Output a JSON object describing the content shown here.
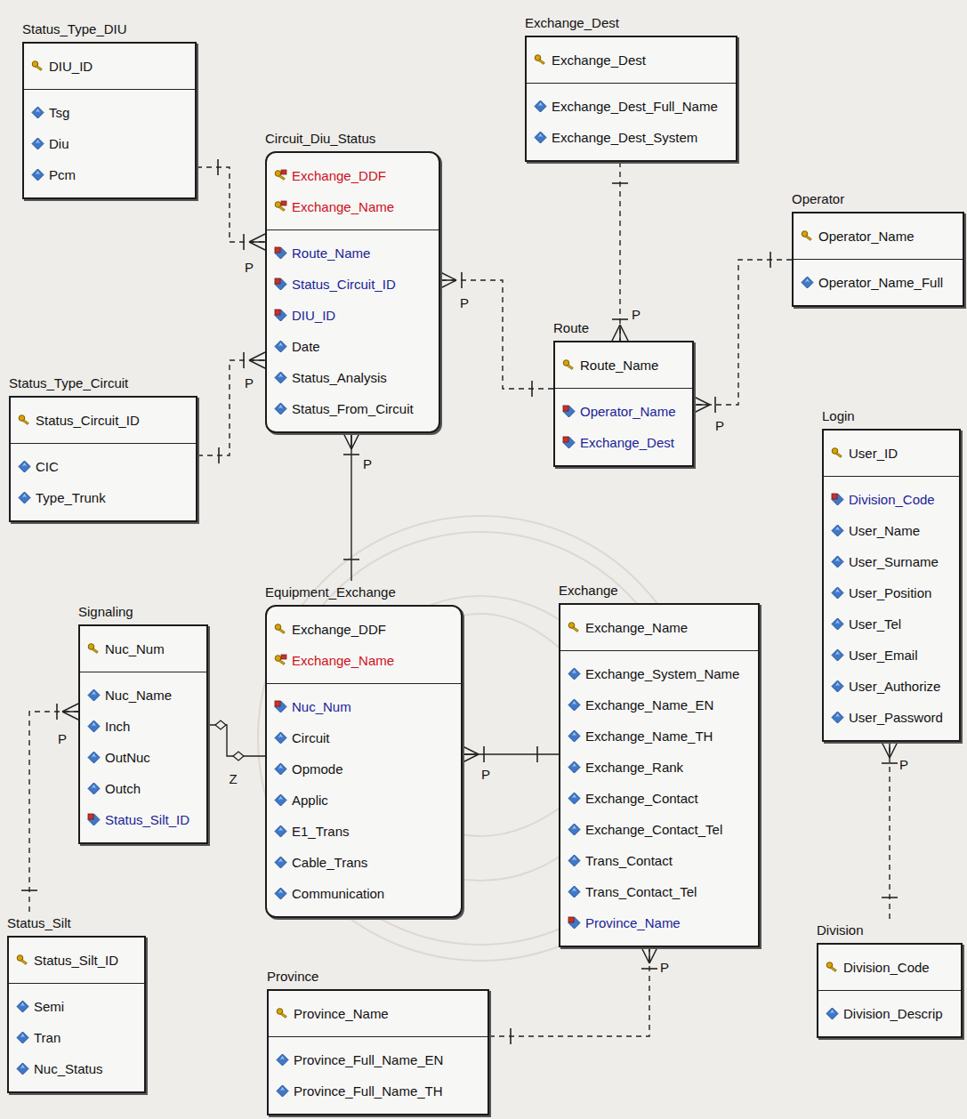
{
  "diagram": {
    "nodes": [
      {
        "text": [
          "Status_Type_DIU",
          "DIU_ID",
          "Tsg",
          "Diu",
          "Pcm"
        ]
      },
      {
        "text": [
          "Exchange_Dest",
          "Exchange_Dest",
          "Exchange_Dest_Full_Name",
          "Exchange_Dest_System"
        ]
      },
      {
        "text": [
          "Circuit_Diu_Status",
          "Exchange_DDF",
          "Exchange_Name",
          "Route_Name",
          "Status_Circuit_ID",
          "DIU_ID",
          "Date",
          "Status_Analysis",
          "Status_From_Circuit"
        ]
      },
      {
        "text": [
          "Operator",
          "Operator_Name",
          "Operator_Name_Full"
        ]
      },
      {
        "text": [
          "Route",
          "Route_Name",
          "Operator_Name",
          "Exchange_Dest"
        ]
      },
      {
        "text": [
          "Status_Type_Circuit",
          "Status_Circuit_ID",
          "CIC",
          "Type_Trunk"
        ]
      },
      {
        "text": [
          "Login",
          "User_ID",
          "Division_Code",
          "User_Name",
          "User_Surname",
          "User_Position",
          "User_Tel",
          "User_Email",
          "User_Authorize",
          "User_Password"
        ]
      },
      {
        "text": [
          "Equipment_Exchange",
          "Exchange_DDF",
          "Exchange_Name",
          "Nuc_Num",
          "Circuit",
          "Opmode",
          "Applic",
          "E1_Trans",
          "Cable_Trans",
          "Communication"
        ]
      },
      {
        "text": [
          "Exchange",
          "Exchange_Name",
          "Exchange_System_Name",
          "Exchange_Name_EN",
          "Exchange_Name_TH",
          "Exchange_Rank",
          "Exchange_Contact",
          "Exchange_Contact_Tel",
          "Trans_Contact",
          "Trans_Contact_Tel",
          "Province_Name"
        ]
      },
      {
        "text": [
          "Signaling",
          "Nuc_Num",
          "Nuc_Name",
          "Inch",
          "OutNuc",
          "Outch",
          "Status_Silt_ID"
        ]
      },
      {
        "text": [
          "Status_Silt",
          "Status_Silt_ID",
          "Semi",
          "Tran",
          "Nuc_Status"
        ]
      },
      {
        "text": [
          "Province",
          "Province_Name",
          "Province_Full_Name_EN",
          "Province_Full_Name_TH"
        ]
      },
      {
        "text": [
          "Division",
          "Division_Code",
          "Division_Descrip"
        ]
      }
    ],
    "edges": [
      {
        "from": 0,
        "to": 2,
        "arrow": "to",
        "label": "P"
      },
      {
        "from": 5,
        "to": 2,
        "arrow": "to",
        "label": "P"
      },
      {
        "from": 4,
        "to": 2,
        "arrow": "to",
        "label": "P"
      },
      {
        "from": 1,
        "to": 4,
        "arrow": "to",
        "label": "P"
      },
      {
        "from": 3,
        "to": 4,
        "arrow": "to",
        "label": "P"
      },
      {
        "from": 7,
        "to": 2,
        "arrow": "to",
        "label": "P"
      },
      {
        "from": 8,
        "to": 7,
        "arrow": "to",
        "label": "P"
      },
      {
        "from": 9,
        "to": 7,
        "arrow": "none",
        "label": "Z"
      },
      {
        "from": 10,
        "to": 9,
        "arrow": "to",
        "label": "P"
      },
      {
        "from": 11,
        "to": 8,
        "arrow": "to",
        "label": "P"
      },
      {
        "from": 12,
        "to": 6,
        "arrow": "to",
        "label": "P"
      }
    ]
  }
}
